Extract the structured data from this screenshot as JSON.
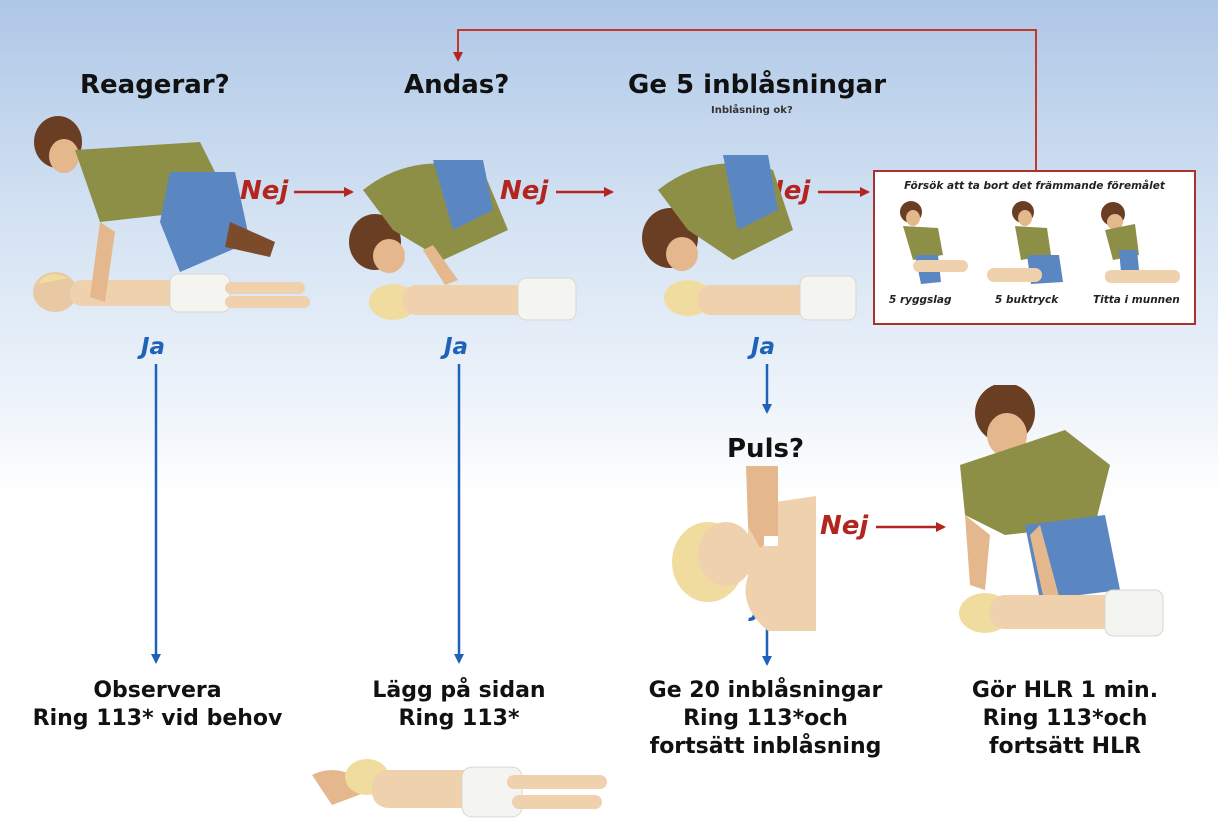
{
  "colors": {
    "nej_red": "#b3251f",
    "ja_blue": "#1f63b8",
    "background_top": "#aec7e6"
  },
  "steps": {
    "responds": {
      "question": "Reagerar?"
    },
    "breathing": {
      "question": "Andas?"
    },
    "rescue_breaths": {
      "question": "Ge 5 inblåsningar",
      "sub": "Inblåsning ok?"
    },
    "pulse": {
      "question": "Puls?"
    }
  },
  "labels": {
    "nej": "Nej",
    "ja": "Ja"
  },
  "foreign_body_box": {
    "title": "Försök att ta bort det främmande föremålet",
    "items": [
      "5 ryggslag",
      "5 buktryck",
      "Titta i munnen"
    ]
  },
  "results": {
    "observe": [
      "Observera",
      "Ring 113* vid behov"
    ],
    "side": [
      "Lägg på sidan",
      "Ring 113*"
    ],
    "breaths": [
      "Ge 20 inblåsningar",
      "Ring 113*och",
      "fortsätt inblåsning"
    ],
    "cpr": [
      "Gör HLR 1 min.",
      "Ring 113*och",
      "fortsätt HLR"
    ]
  }
}
